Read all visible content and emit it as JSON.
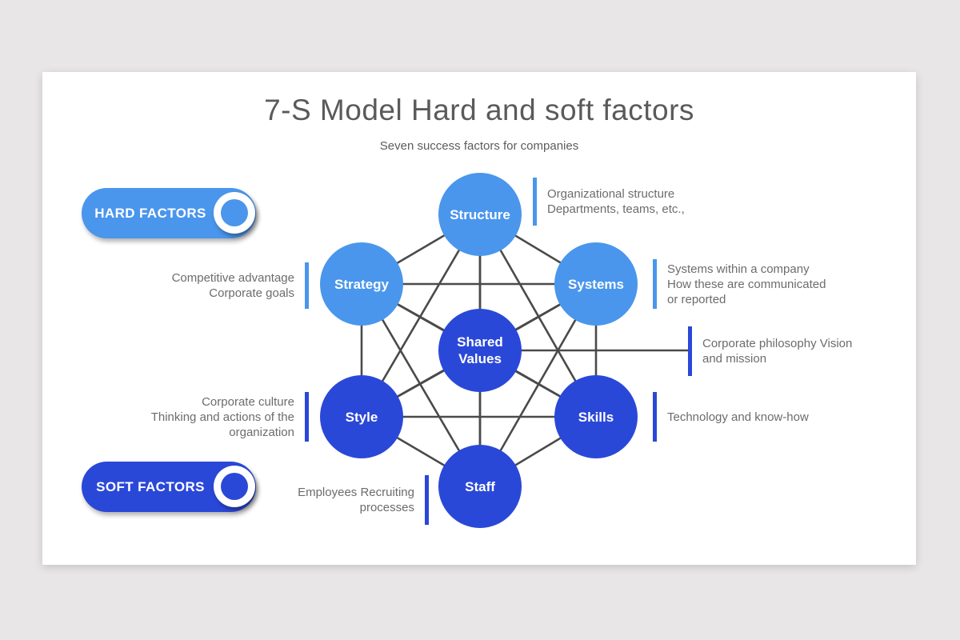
{
  "title": "7-S Model Hard and soft factors",
  "subtitle": "Seven success factors for companies",
  "legend": {
    "hard_label": "HARD FACTORS",
    "soft_label": "SOFT FACTORS"
  },
  "colors": {
    "hard_blue": "#4a96ec",
    "soft_blue": "#2a48d8",
    "edge_gray": "#4a4a4a",
    "note_text_gray": "#6c6c6c",
    "title_gray": "#5a5a5c",
    "card_background": "#ffffff",
    "page_background": "#e8e6e7"
  },
  "nodes": [
    {
      "label": "Structure",
      "type": "hard"
    },
    {
      "label": "Strategy",
      "type": "hard"
    },
    {
      "label": "Systems",
      "type": "hard"
    },
    {
      "label": "Shared Values",
      "type": "soft"
    },
    {
      "label": "Style",
      "type": "soft"
    },
    {
      "label": "Skills",
      "type": "soft"
    },
    {
      "label": "Staff",
      "type": "soft"
    }
  ],
  "annotations": {
    "structure": {
      "lines": [
        "Organizational structure",
        "Departments, teams, etc.,"
      ]
    },
    "strategy": {
      "lines": [
        "Competitive advantage",
        "Corporate goals"
      ]
    },
    "systems": {
      "lines": [
        "Systems within a company",
        "How these are communicated",
        "or reported"
      ]
    },
    "shared_values": {
      "lines": [
        "Corporate philosophy Vision",
        "and mission"
      ]
    },
    "style": {
      "lines": [
        "Corporate culture",
        "Thinking and actions of the",
        "organization"
      ]
    },
    "skills": {
      "lines": [
        "Technology and know-how"
      ]
    },
    "staff": {
      "lines": [
        "Employees Recruiting",
        "processes"
      ]
    }
  }
}
